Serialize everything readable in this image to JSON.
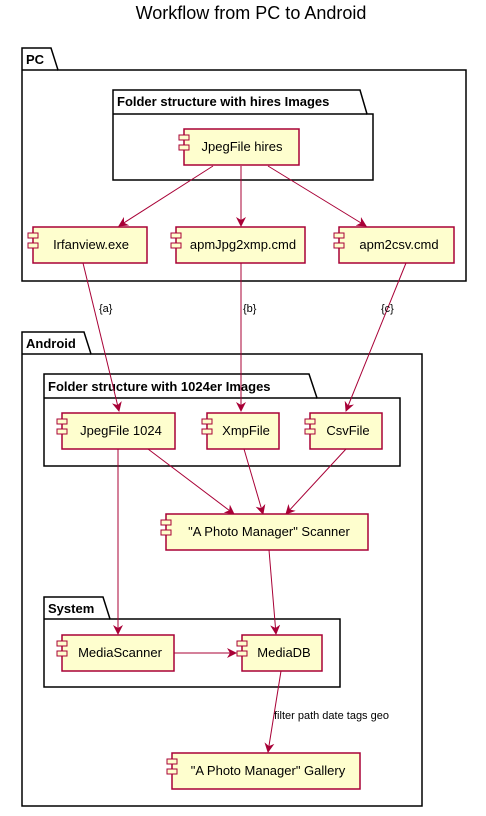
{
  "diagram": {
    "title": "Workflow from PC to Android",
    "packages": {
      "pc": "PC",
      "hires_folder": "Folder structure with hires Images",
      "android": "Android",
      "folder_1024": "Folder structure with 1024er Images",
      "system": "System"
    },
    "components": {
      "jpeg_hires": "JpegFile hires",
      "irfanview": "Irfanview.exe",
      "apmjpg2xmp": "apmJpg2xmp.cmd",
      "apm2csv": "apm2csv.cmd",
      "jpeg_1024": "JpegFile 1024",
      "xmpfile": "XmpFile",
      "csvfile": "CsvFile",
      "scanner": "\"A Photo Manager\" Scanner",
      "mediascanner": "MediaScanner",
      "mediadb": "MediaDB",
      "gallery": "\"A Photo Manager\" Gallery"
    },
    "edge_labels": {
      "a": "{a}",
      "b": "{b}",
      "c": "{c}",
      "filter": "filter path date tags geo"
    },
    "colors": {
      "component_fill": "#FEFECE",
      "component_border": "#A80036",
      "arrow": "#A80036",
      "package_border": "#000000"
    }
  }
}
